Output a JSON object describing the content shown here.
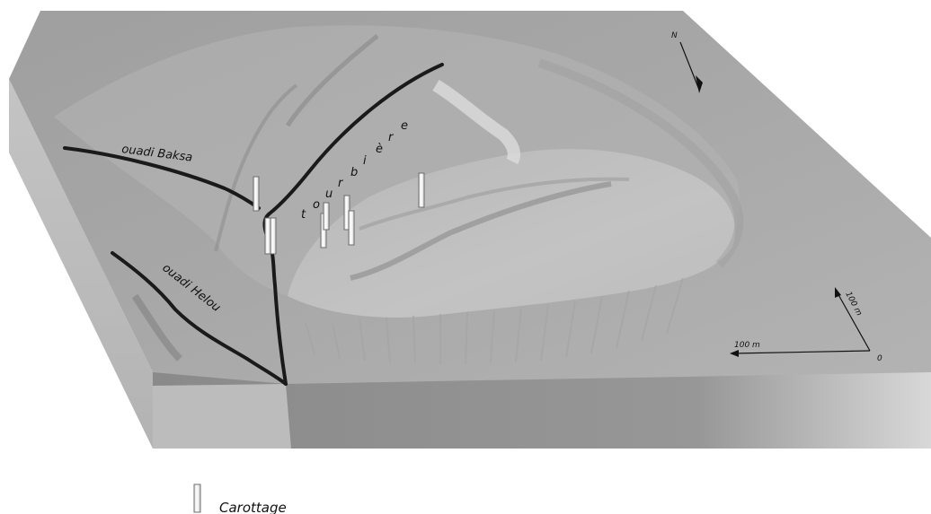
{
  "map": {
    "rivers": [
      {
        "id": "baksa",
        "name": "ouadi Baksa"
      },
      {
        "id": "helou",
        "name": "ouadi Helou"
      }
    ],
    "peat_label": "tourbière",
    "peat_letters": [
      "t",
      "o",
      "u",
      "r",
      "b",
      "i",
      "è",
      "r",
      "e"
    ],
    "north_label": "N",
    "scale": {
      "x_label": "100 m",
      "y_label": "100 m",
      "origin_label": "0"
    },
    "legend": {
      "label": "Carottage"
    },
    "colors": {
      "block_top": "#a9a9a9",
      "block_side_left": "#bdbdbd",
      "block_side_front": "#8f8f8f",
      "terrain_light": "#cfcfcf",
      "river": "#1a1a1a",
      "core_fill": "#f4f4f4",
      "core_stroke": "#6d6d6d"
    }
  }
}
